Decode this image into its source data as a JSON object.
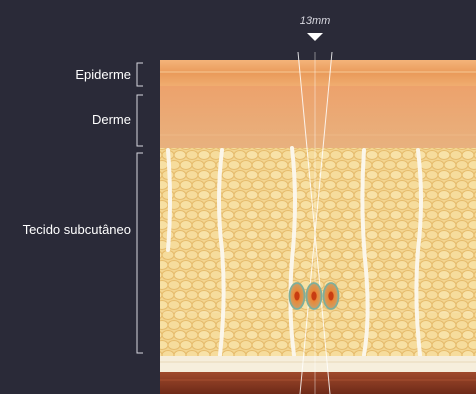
{
  "diagram": {
    "depth_label": "13mm",
    "layers": [
      {
        "key": "epidermis",
        "label": "Epiderme"
      },
      {
        "key": "dermis",
        "label": "Derme"
      },
      {
        "key": "subcutaneous",
        "label": "Tecido subcutâneo"
      }
    ],
    "colors": {
      "background": "#2a2a38",
      "epidermis": "#f0a868",
      "dermis": "#e7a070",
      "fat": "#f1cf86",
      "muscle": "#8a3a22",
      "focal_point": "#e4782c",
      "focal_ring": "#7fae9a"
    },
    "focal_points_count": 3
  }
}
